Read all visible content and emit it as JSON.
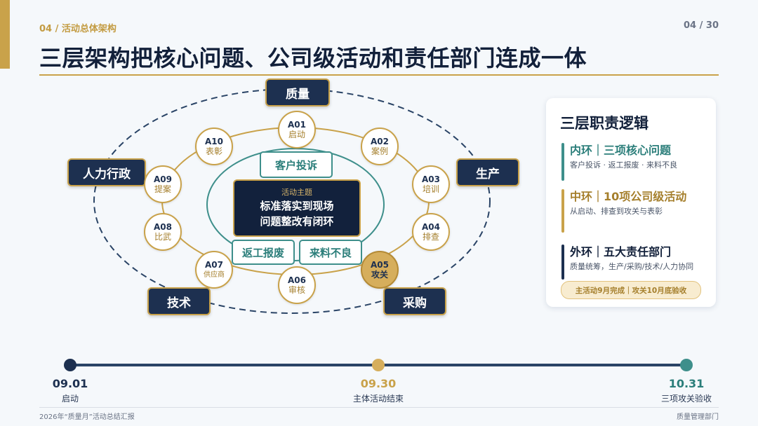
{
  "header": {
    "breadcrumb": "04  /  活动总体架构",
    "page_indicator": "04 / 30",
    "title": "三层架构把核心问题、公司级活动和责任部门连成一体"
  },
  "diagram": {
    "departments": {
      "top": "质量",
      "left": "人力行政",
      "right": "生产",
      "bottom_left": "技术",
      "bottom_right": "采购"
    },
    "activities": [
      {
        "code": "A01",
        "name": "启动"
      },
      {
        "code": "A02",
        "name": "案例"
      },
      {
        "code": "A03",
        "name": "培训"
      },
      {
        "code": "A04",
        "name": "排查"
      },
      {
        "code": "A05",
        "name": "攻关"
      },
      {
        "code": "A06",
        "name": "审核"
      },
      {
        "code": "A07",
        "name": "供应商"
      },
      {
        "code": "A08",
        "name": "比武"
      },
      {
        "code": "A09",
        "name": "提案"
      },
      {
        "code": "A10",
        "name": "表彰"
      }
    ],
    "core_issues": {
      "top": "客户投诉",
      "bottom_left": "返工报废",
      "bottom_right": "来料不良"
    },
    "theme": {
      "label": "活动主题",
      "line1": "标准落实到现场",
      "line2": "问题整改有闭环"
    }
  },
  "panel": {
    "title": "三层职责逻辑",
    "rings": [
      {
        "heading": "内环｜三项核心问题",
        "desc": "客户投诉 · 返工报废 · 来料不良",
        "color": "#3e8f8b"
      },
      {
        "heading": "中环｜10项公司级活动",
        "desc": "从启动、排查到攻关与表彰",
        "color": "#c9a24a"
      },
      {
        "heading": "外环｜五大责任部门",
        "desc": "质量统筹，生产/采购/技术/人力协同",
        "color": "#1d3050"
      }
    ],
    "chip": "主活动9月完成｜攻关10月底验收"
  },
  "timeline": [
    {
      "date": "09.01",
      "label": "启动",
      "color": "#1d3050"
    },
    {
      "date": "09.30",
      "label": "主体活动结束",
      "color": "#c9a24a"
    },
    {
      "date": "10.31",
      "label": "三项攻关验收",
      "color": "#3e8f8b"
    }
  ],
  "footer": {
    "left": "2026年“质量月”活动总结汇报",
    "right": "质量管理部门"
  },
  "colors": {
    "navy": "#1d3050",
    "gold": "#c9a24a",
    "teal": "#3e8f8b"
  }
}
